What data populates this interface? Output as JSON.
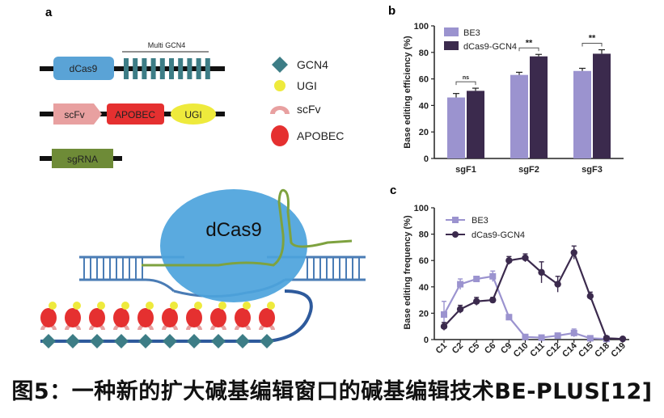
{
  "panel_a": {
    "label": "a",
    "constructs": {
      "dcas9": "dCas9",
      "multi_gcn4": "Multi GCN4",
      "scfv": "scFv",
      "apobec": "APOBEC",
      "ugi": "UGI",
      "sgrna": "sgRNA"
    },
    "legend": {
      "gcn4": "GCN4",
      "ugi": "UGI",
      "scfv": "scFv",
      "apobec": "APOBEC"
    },
    "complex_label": "dCas9",
    "colors": {
      "dcas9": "#5aa3d6",
      "gcn4": "#3d7d86",
      "scfv": "#e8a0a0",
      "apobec": "#e53030",
      "ugi": "#eeea3c",
      "sgrna": "#6e8b37",
      "dna": "#4a7cb5",
      "linker": "#2e5a9c",
      "rna_strand": "#7ea23f"
    }
  },
  "chart_data": [
    {
      "panel": "b",
      "type": "bar",
      "ylabel": "Base editing efficiency (%)",
      "ylim": [
        0,
        100
      ],
      "yticks": [
        0,
        20,
        40,
        60,
        80,
        100
      ],
      "categories": [
        "sgF1",
        "sgF2",
        "sgF3"
      ],
      "series": [
        {
          "name": "BE3",
          "color": "#9b93cf",
          "values": [
            46,
            63,
            66
          ],
          "errors": [
            3,
            2,
            2
          ]
        },
        {
          "name": "dCas9-GCN4",
          "color": "#3b2a4d",
          "values": [
            51,
            77,
            79
          ],
          "errors": [
            2,
            1.5,
            3
          ]
        }
      ],
      "significance": [
        "ns",
        "**",
        "**"
      ],
      "legend_position": "top-left"
    },
    {
      "panel": "c",
      "type": "line",
      "ylabel": "Base editing frequency (%)",
      "ylim": [
        0,
        100
      ],
      "yticks": [
        0,
        20,
        40,
        60,
        80,
        100
      ],
      "categories": [
        "C1",
        "C2",
        "C5",
        "C6",
        "C9",
        "C10",
        "C11",
        "C12",
        "C14",
        "C15",
        "C18",
        "C19"
      ],
      "series": [
        {
          "name": "BE3",
          "color": "#9b93cf",
          "marker": "square",
          "values": [
            19,
            42,
            46,
            48,
            17,
            2,
            1.5,
            3,
            5,
            1,
            0.5,
            null
          ],
          "errors": [
            10,
            4,
            2,
            4,
            2,
            1,
            1,
            1,
            3,
            1,
            0.5,
            null
          ]
        },
        {
          "name": "dCas9-GCN4",
          "color": "#3b2a4d",
          "marker": "circle",
          "values": [
            10,
            23,
            29,
            30,
            60,
            62,
            51,
            42,
            66,
            33,
            1,
            0.5
          ],
          "errors": [
            3,
            3,
            3,
            2,
            3,
            3,
            8,
            6,
            5,
            3,
            1,
            0.5
          ]
        }
      ],
      "legend_position": "top-left"
    }
  ],
  "caption": "图5：一种新的扩大碱基编辑窗口的碱基编辑技术BE-PLUS[12]"
}
